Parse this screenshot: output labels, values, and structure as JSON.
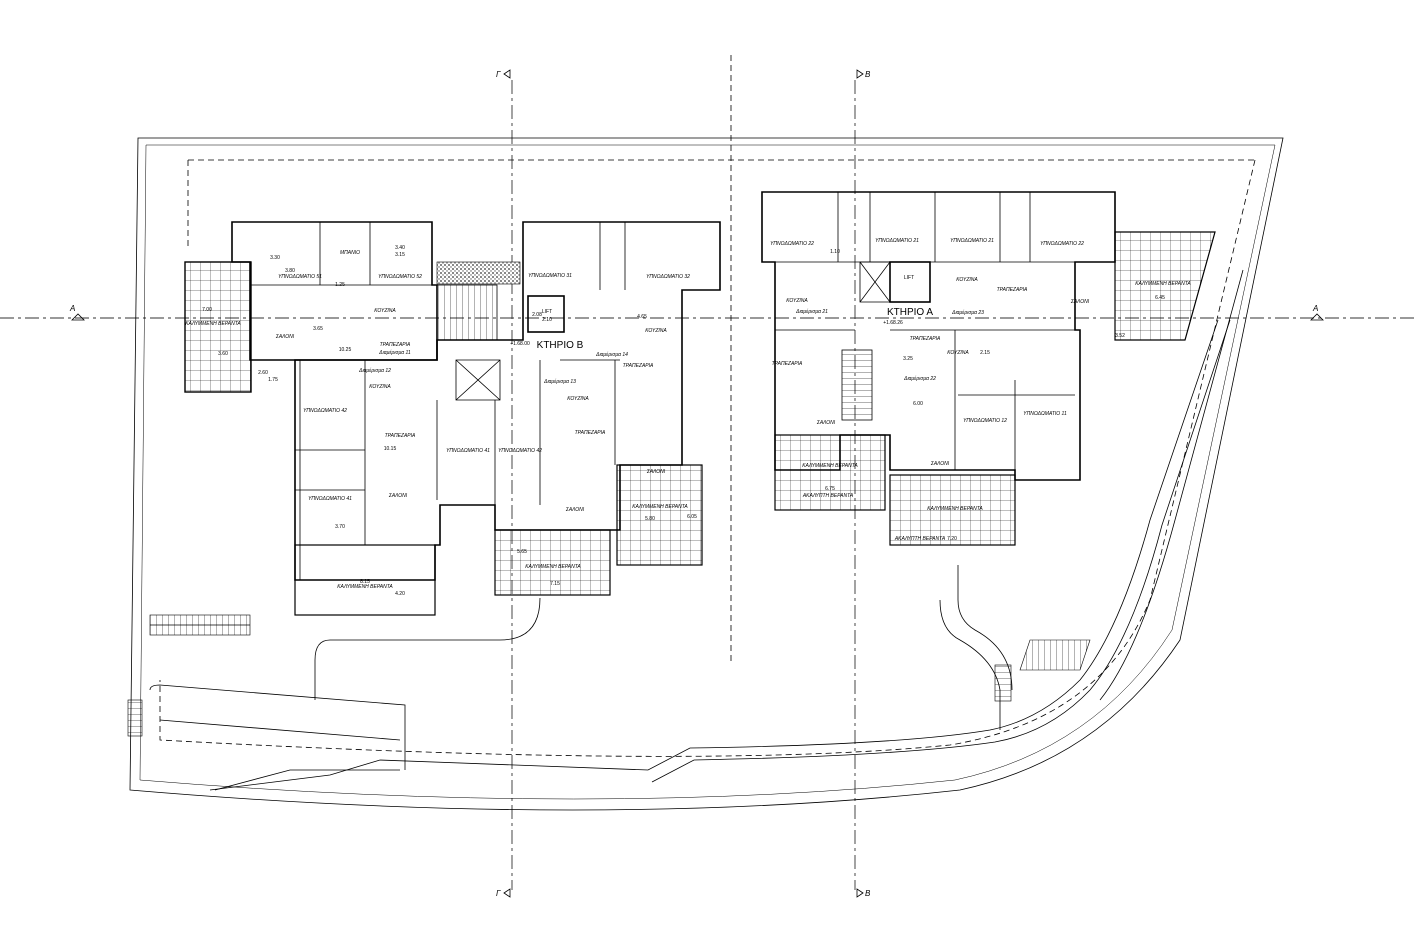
{
  "section_markers": {
    "a": "Α",
    "b": "Β",
    "c": "Γ"
  },
  "buildings": {
    "b": "ΚΤΗΡΙΟ Β",
    "a": "ΚΤΗΡΙΟ Α",
    "level_b": "+1.68.00",
    "level_a": "+1.68.26"
  },
  "lift": "LIFT",
  "rooms": {
    "bedroom51": "ΥΠΝΟΔΩΜΑΤΙΟ 51",
    "bedroom52": "ΥΠΝΟΔΩΜΑΤΙΟ 52",
    "bedroom41": "ΥΠΝΟΔΩΜΑΤΙΟ 41",
    "bedroom42": "ΥΠΝΟΔΩΜΑΤΙΟ 42",
    "bedroom31": "ΥΠΝΟΔΩΜΑΤΙΟ 31",
    "bedroom32": "ΥΠΝΟΔΩΜΑΤΙΟ 32",
    "bedroom21": "ΥΠΝΟΔΩΜΑΤΙΟ 21",
    "bedroom22": "ΥΠΝΟΔΩΜΑΤΙΟ 22",
    "bedroom11": "ΥΠΝΟΔΩΜΑΤΙΟ 11",
    "bedroom12": "ΥΠΝΟΔΩΜΑΤΙΟ 12",
    "kitchen": "ΚΟΥΖΙΝΑ",
    "dining": "ΤΡΑΠΕΖΑΡΙΑ",
    "living": "ΣΑΛΟΝΙ",
    "bath": "ΜΠΑΝΙΟ",
    "covered_veranda": "ΚΑΛΥΜΜΕΝΗ ΒΕΡΑΝΤΑ",
    "open_veranda": "ΑΚΑΛΥΠΤΗ ΒΕΡΑΝΤΑ"
  },
  "apartments": {
    "a11": "Διαμέρισμα 11",
    "a12": "Διαμέρισμα 12",
    "a13": "Διαμέρισμα 13",
    "a14": "Διαμέρισμα 14",
    "a21": "Διαμέρισμα 21",
    "a22": "Διαμέρισμα 22",
    "a23": "Διαμέρισμα 23"
  },
  "dimensions": {
    "d1": "3.30",
    "d2": "3.80",
    "d3": "3.40",
    "d4": "3.15",
    "d5": "1.25",
    "d6": "3.65",
    "d7": "10.25",
    "d8": "7.00",
    "d9": "3.60",
    "d10": "2.60",
    "d11": "1.75",
    "d12": "8.15",
    "d13": "4.20",
    "d14": "3.70",
    "d15": "5.65",
    "d16": "7.15",
    "d17": "5.80",
    "d18": "6.05",
    "d19": "4.65",
    "d20": "2.08",
    "d21": "2.10",
    "d22": "6.45",
    "d23": "3.52",
    "d24": "6.75",
    "d25": "3.25",
    "d26": "6.00",
    "d27": "7.20",
    "d28": "2.15",
    "d29": "1.10",
    "d30": "10.15"
  }
}
